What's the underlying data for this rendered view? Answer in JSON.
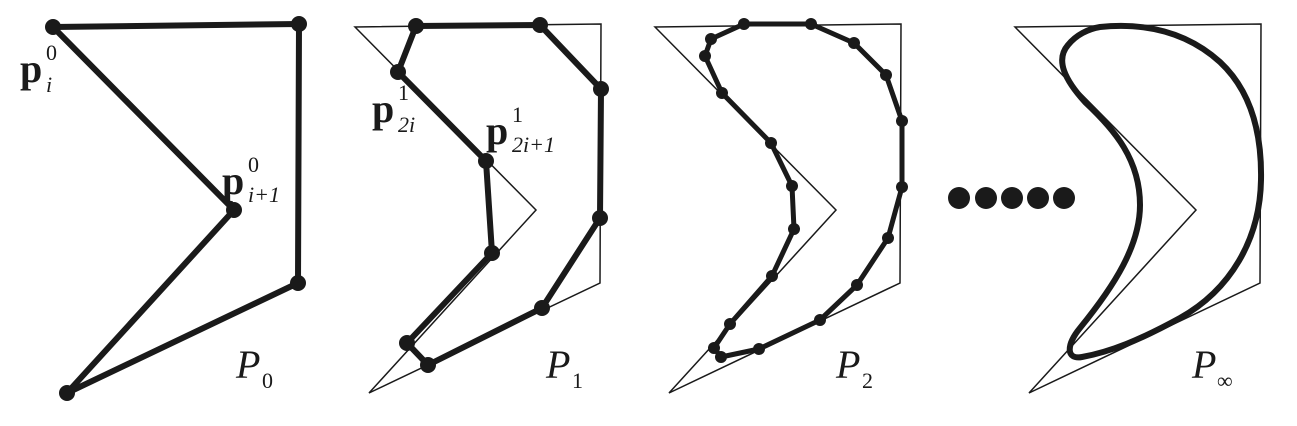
{
  "figure": {
    "ink_color": "#1a1a1a",
    "panels": [
      {
        "id": "P0",
        "label": {
          "main": "P",
          "sub": "0"
        }
      },
      {
        "id": "P1",
        "label": {
          "main": "P",
          "sub": "1"
        }
      },
      {
        "id": "P2",
        "label": {
          "main": "P",
          "sub": "2"
        }
      },
      {
        "id": "Pinf",
        "label": {
          "main": "P",
          "sub": "∞"
        }
      }
    ],
    "point_labels": {
      "p_i_0": {
        "base": "p",
        "sup": "0",
        "sub": "i"
      },
      "p_i1_0": {
        "base": "p",
        "sup": "0",
        "sub": "i+1"
      },
      "p_2i_1": {
        "base": "p",
        "sup": "1",
        "sub": "2i"
      },
      "p_2i1_1": {
        "base": "p",
        "sup": "1",
        "sub": "2i+1"
      }
    },
    "ellipsis_dots": 5
  }
}
